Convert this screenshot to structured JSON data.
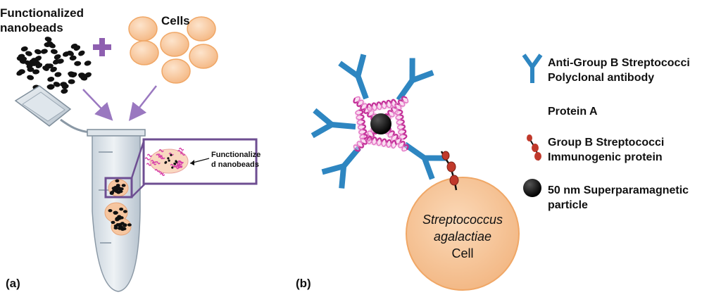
{
  "panel_a": {
    "label": "(a)",
    "beads_label": "Functionalized\nnanobeads",
    "plus": "+",
    "cells_label": "Cells",
    "inset_label": "Functionalize\nd nanobeads"
  },
  "panel_b": {
    "label": "(b)",
    "cell_name_line1": "Streptococcus",
    "cell_name_line2": "agalactiae",
    "cell_word": "Cell"
  },
  "legend": {
    "antibody": "Anti-Group B Streptococci\nPolyclonal antibody",
    "protein_a": "Protein A",
    "immunogenic": "Group B Streptococci\nImmunogenic protein",
    "particle": "50 nm Superparamagnetic\nparticle"
  },
  "colors": {
    "antibody_blue": "#2e86c1",
    "protein_pink": "#d63aa8",
    "cell_fill": "#f7c9a0",
    "inset_purple": "#7a5a9a",
    "arrow_purple": "#9a78c0",
    "immunogenic_red": "#c0392b"
  }
}
